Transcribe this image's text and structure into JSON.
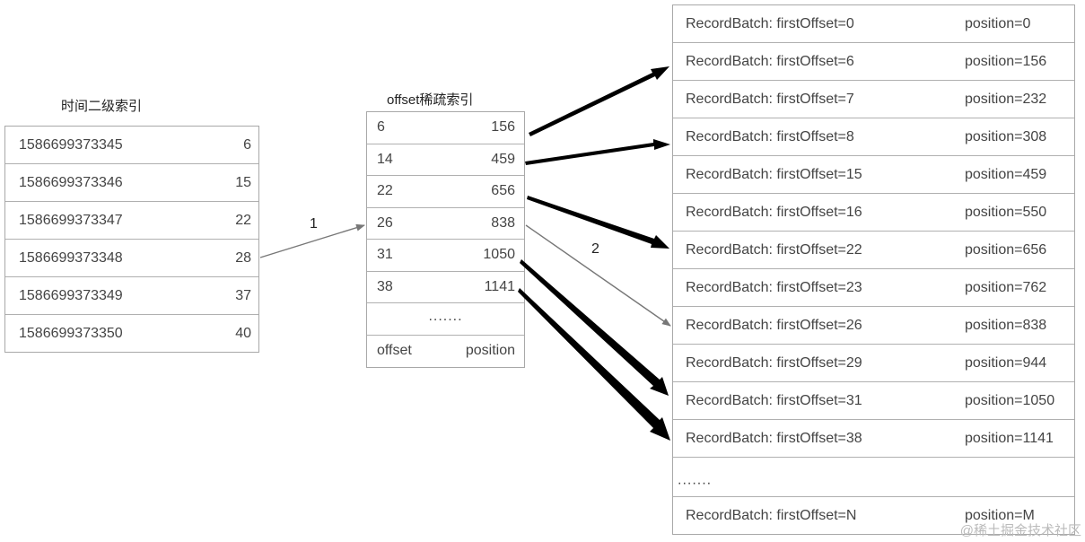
{
  "time_index": {
    "title": "时间二级索引",
    "rows": [
      {
        "timestamp": "1586699373345",
        "offset": "6"
      },
      {
        "timestamp": "1586699373346",
        "offset": "15"
      },
      {
        "timestamp": "1586699373347",
        "offset": "22"
      },
      {
        "timestamp": "1586699373348",
        "offset": "28"
      },
      {
        "timestamp": "1586699373349",
        "offset": "37"
      },
      {
        "timestamp": "1586699373350",
        "offset": "40"
      }
    ]
  },
  "sparse_index": {
    "title": "offset稀疏索引",
    "rows": [
      {
        "offset": "6",
        "position": "156"
      },
      {
        "offset": "14",
        "position": "459"
      },
      {
        "offset": "22",
        "position": "656"
      },
      {
        "offset": "26",
        "position": "838"
      },
      {
        "offset": "31",
        "position": "1050"
      },
      {
        "offset": "38",
        "position": "1141"
      }
    ],
    "ellipsis": ".......",
    "footer": {
      "offset": "offset",
      "position": "position"
    }
  },
  "record_batches": {
    "rows": [
      {
        "first_offset": "RecordBatch: firstOffset=0",
        "position": "position=0"
      },
      {
        "first_offset": "RecordBatch: firstOffset=6",
        "position": "position=156"
      },
      {
        "first_offset": "RecordBatch: firstOffset=7",
        "position": "position=232"
      },
      {
        "first_offset": "RecordBatch: firstOffset=8",
        "position": "position=308"
      },
      {
        "first_offset": "RecordBatch: firstOffset=15",
        "position": "position=459"
      },
      {
        "first_offset": "RecordBatch: firstOffset=16",
        "position": "position=550"
      },
      {
        "first_offset": "RecordBatch: firstOffset=22",
        "position": "position=656"
      },
      {
        "first_offset": "RecordBatch: firstOffset=23",
        "position": "position=762"
      },
      {
        "first_offset": "RecordBatch: firstOffset=26",
        "position": "position=838"
      },
      {
        "first_offset": "RecordBatch: firstOffset=29",
        "position": "position=944"
      },
      {
        "first_offset": "RecordBatch: firstOffset=31",
        "position": "position=1050"
      },
      {
        "first_offset": "RecordBatch: firstOffset=38",
        "position": "position=1141"
      }
    ],
    "ellipsis": ".......",
    "last": {
      "first_offset": "RecordBatch: firstOffset=N",
      "position": "position=M"
    }
  },
  "steps": {
    "step1": "1",
    "step2": "2"
  },
  "watermark": "@稀土掘金技术社区",
  "colors": {
    "border": "#a8a8a8",
    "thin_arrow": "#777777",
    "bold_arrow": "#000000"
  }
}
